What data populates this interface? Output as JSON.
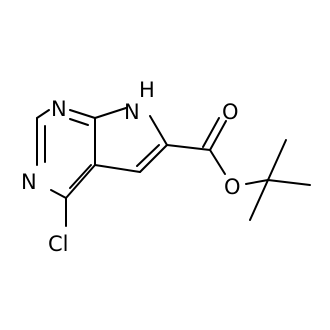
{
  "molecule": {
    "atoms": {
      "n1": "N",
      "n3": "N",
      "n7": "N",
      "n7_h": "H",
      "cl": "Cl",
      "o_carbonyl": "O",
      "o_ester": "O"
    },
    "colors": {
      "bond": "#000000",
      "label": "#000000",
      "background": "#ffffff"
    }
  }
}
